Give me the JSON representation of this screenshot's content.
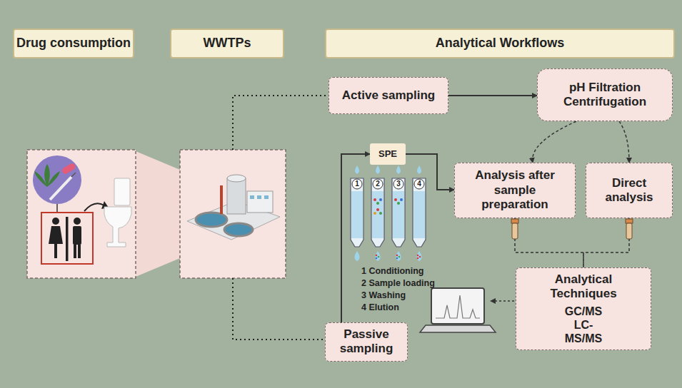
{
  "diagram": {
    "nodes": [
      {
        "text": [
          "Drug consumption"
        ]
      },
      {
        "text": [
          "WWTPs"
        ]
      },
      {
        "text": [
          "Analytical Workflows"
        ]
      },
      {
        "text": [
          "Active sampling"
        ]
      },
      {
        "text": [
          "pH Filtration Centrifugation"
        ]
      },
      {
        "text": [
          "SPE"
        ]
      },
      {
        "text": [
          "Analysis after sample preparation"
        ]
      },
      {
        "text": [
          "Direct analysis"
        ]
      },
      {
        "text": [
          "Analytical Techniques",
          "GC/MS LC-MS/MS"
        ]
      },
      {
        "text": [
          "Passive sampling"
        ]
      }
    ],
    "edges": [
      {
        "from": 3,
        "to": 4,
        "arrow": "to"
      },
      {
        "from": 4,
        "to": 6,
        "arrow": "to"
      },
      {
        "from": 4,
        "to": 7,
        "arrow": "to"
      },
      {
        "from": 5,
        "to": 6,
        "arrow": "to"
      },
      {
        "from": 6,
        "to": 8,
        "arrow": "none"
      },
      {
        "from": 7,
        "to": 8,
        "arrow": "none"
      },
      {
        "from": 9,
        "to": 5,
        "arrow": "to"
      }
    ],
    "labels": [
      "1",
      "2",
      "3",
      "4",
      "1 Conditioning",
      "2 Sample loading",
      "3 Washing",
      "4 Elution"
    ]
  }
}
